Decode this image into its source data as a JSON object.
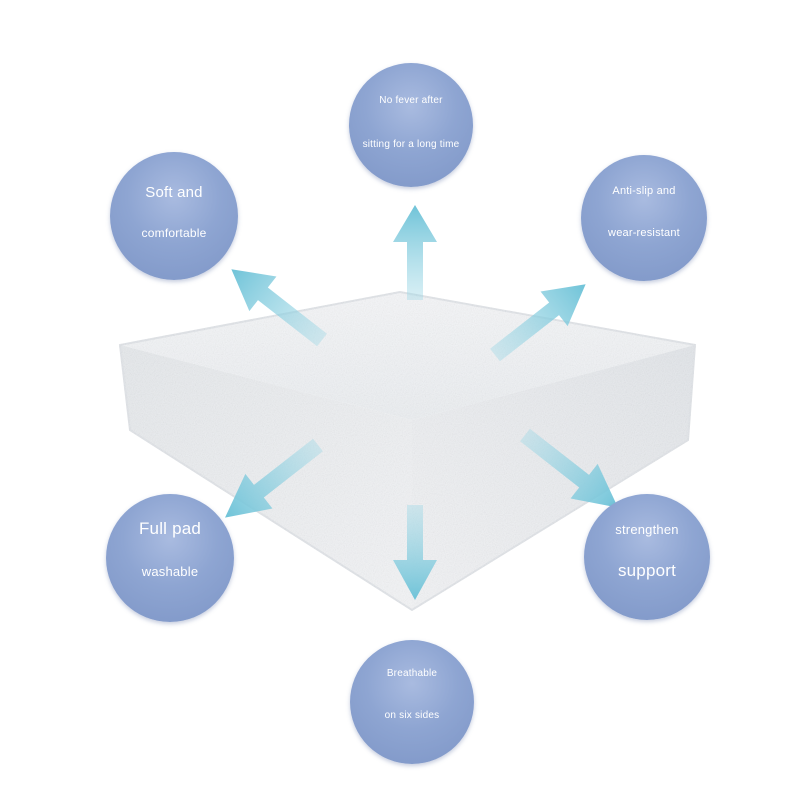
{
  "colors": {
    "bubble": "#8ea5d2",
    "bubble_text": "#ffffff",
    "arrow": "#7ecbdc",
    "cushion": "#f2f4f6",
    "background": "#ffffff"
  },
  "product": {
    "icon": "foam-cushion-image"
  },
  "features": {
    "top": {
      "line1": "No fever after",
      "line2": "sitting for a long time"
    },
    "top_left": {
      "line1": "Soft and",
      "line2": "comfortable"
    },
    "top_right": {
      "line1": "Anti-slip and",
      "line2": "wear-resistant"
    },
    "bottom_left": {
      "line1": "Full pad",
      "line2": "washable"
    },
    "bottom_right": {
      "line1": "strengthen",
      "line2": "support"
    },
    "bottom": {
      "line1": "Breathable",
      "line2": "on six sides"
    }
  }
}
